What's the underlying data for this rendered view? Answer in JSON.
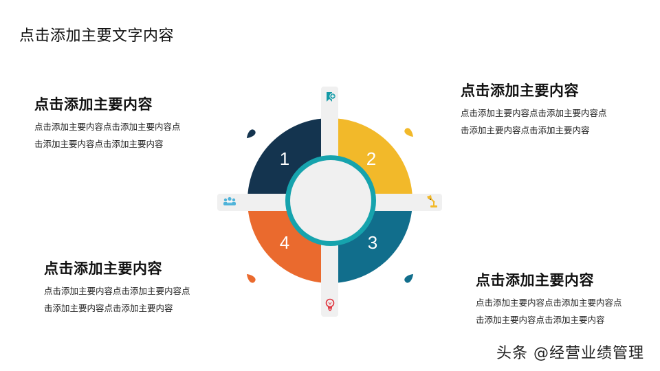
{
  "page": {
    "title": "点击添加主要文字内容"
  },
  "blocks": [
    {
      "position": "top-left",
      "heading": "点击添加主要内容",
      "body": "点击添加主要内容点击添加主要内容点击添加主要内容点击添加主要内容"
    },
    {
      "position": "top-right",
      "heading": "点击添加主要内容",
      "body": "点击添加主要内容点击添加主要内容点击添加主要内容点击添加主要内容"
    },
    {
      "position": "bottom-left",
      "heading": "点击添加主要内容",
      "body": "点击添加主要内容点击添加主要内容点击添加主要内容点击添加主要内容"
    },
    {
      "position": "bottom-right",
      "heading": "点击添加主要内容",
      "body": "点击添加主要内容点击添加主要内容点击添加主要内容点击添加主要内容"
    }
  ],
  "diagram": {
    "segments": [
      {
        "label": "1",
        "color": "#14344f",
        "quadrant": "top-left"
      },
      {
        "label": "2",
        "color": "#f2b92a",
        "quadrant": "top-right"
      },
      {
        "label": "3",
        "color": "#116e8c",
        "quadrant": "bottom-right"
      },
      {
        "label": "4",
        "color": "#ea6a2e",
        "quadrant": "bottom-left"
      }
    ],
    "ring_color": "#16a3ad",
    "center_fill": "#f0f0f0",
    "bar_color": "#f0f0f0",
    "icons": [
      {
        "name": "bookmark-add-icon",
        "color": "#149aa6",
        "position": "top"
      },
      {
        "name": "desk-lamp-icon",
        "color": "#f2b92a",
        "position": "right"
      },
      {
        "name": "lightbulb-icon",
        "color": "#e0323c",
        "position": "bottom"
      },
      {
        "name": "team-meeting-icon",
        "color": "#4fb3d9",
        "position": "left"
      }
    ]
  },
  "watermark": "头条 @经营业绩管理"
}
